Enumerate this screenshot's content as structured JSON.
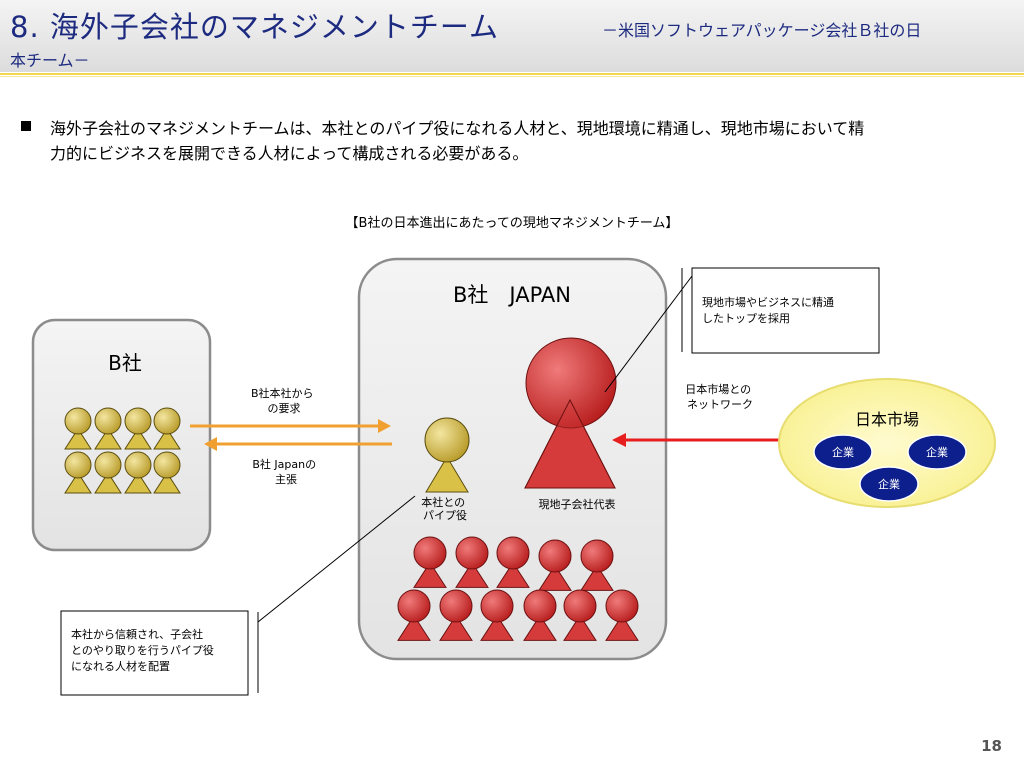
{
  "header": {
    "title_main": "8. 海外子会社のマネジメントチーム",
    "title_sub_line1": "－米国ソフトウェアパッケージ会社Ｂ社の日",
    "title_sub_line2": "本チーム－"
  },
  "bullet": {
    "line1": "海外子会社のマネジメントチームは、本社とのパイプ役になれる人材と、現地環境に精通し、現地市場において精",
    "line2": "力的にビジネスを展開できる人材によって構成される必要がある。"
  },
  "diagram": {
    "caption": "【B社の日本進出にあたっての現地マネジメントチーム】",
    "hq_box_label": "B社",
    "japan_box_label": "B社　JAPAN",
    "arrow_right_label": [
      "B社本社から",
      "の要求"
    ],
    "arrow_left_label": [
      "B社 Japanの",
      "主張"
    ],
    "pipe_person_label": [
      "本社との",
      "パイプ役"
    ],
    "rep_person_label": "現地子会社代表",
    "network_label": [
      "日本市場との",
      "ネットワーク"
    ],
    "callout_top": [
      "現地市場やビジネスに精通",
      "したトップを採用"
    ],
    "callout_bottom": [
      "本社から信頼され、子会社",
      "とのやり取りを行うパイプ役",
      "になれる人材を配置"
    ],
    "market_label": "日本市場",
    "company_labels": [
      "企業",
      "企業",
      "企業"
    ],
    "colors": {
      "hq_person": "#d9c147",
      "japan_person": "#d63b3b",
      "arrow_hq": "#f0a030",
      "arrow_market": "#e61e1e",
      "market_fill": "#fbf6a8",
      "company_fill": "#0c1f8c"
    }
  },
  "page_number": "18"
}
